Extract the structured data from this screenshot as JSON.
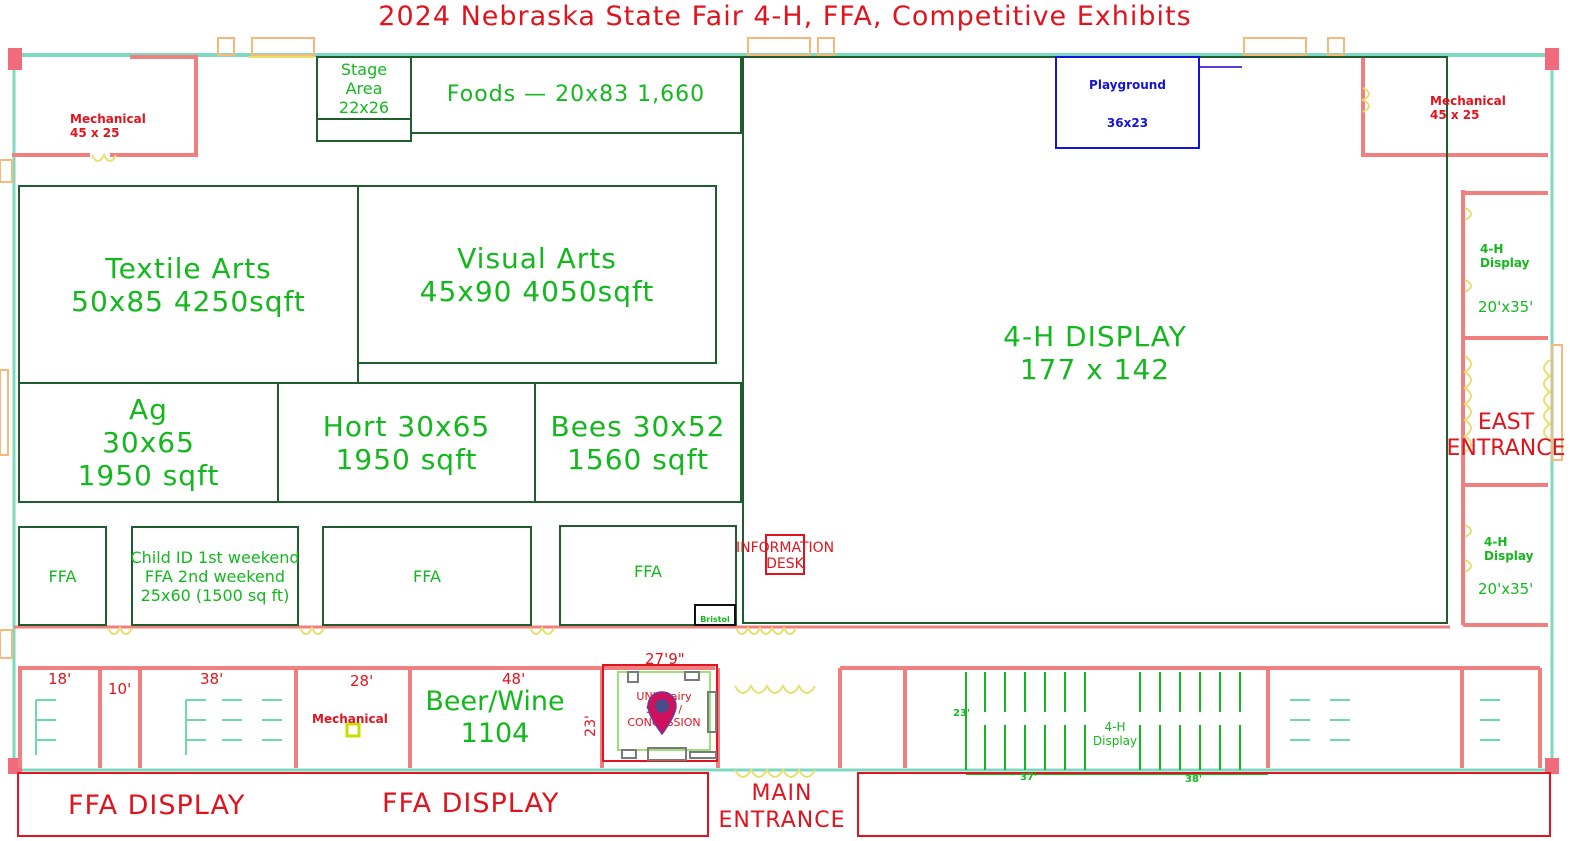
{
  "title": "2024 Nebraska State Fair 4-H, FFA, Competitive Exhibits",
  "colors": {
    "title": "#e0141e",
    "booth_text": "#14b81e",
    "booth_border": "#1f5c2e",
    "wall": "#f08080",
    "glass": "#7fd9c0",
    "door": "#e6e070",
    "playground": "#1414d8",
    "pin": "#d0105a"
  },
  "rooms": {
    "mechanical_nw": {
      "name": "Mechanical",
      "size": "45 x 25"
    },
    "mechanical_ne": {
      "name": "Mechanical",
      "size": "45 x 25"
    },
    "stage": {
      "line1": "Stage",
      "line2": "Area",
      "line3": "22x26"
    },
    "foods": {
      "label": "Foods — 20x83 1,660"
    },
    "playground": {
      "name": "Playground",
      "size": "36x23"
    },
    "textile": {
      "line1": "Textile Arts",
      "line2": "50x85 4250sqft"
    },
    "visual": {
      "line1": "Visual Arts",
      "line2": "45x90 4050sqft"
    },
    "ag": {
      "line1": "Ag",
      "line2": "30x65",
      "line3": "1950 sqft"
    },
    "hort": {
      "line1": "Hort 30x65",
      "line2": "1950 sqft"
    },
    "bees": {
      "line1": "Bees 30x52",
      "line2": "1560 sqft"
    },
    "fourh_main": {
      "line1": "4-H DISPLAY",
      "line2": "177 x 142"
    },
    "ffa1": {
      "label": "FFA"
    },
    "childid": {
      "line1": "Child ID 1st weekend",
      "line2": "FFA 2nd weekend",
      "line3": "25x60 (1500 sq ft)"
    },
    "ffa2": {
      "label": "FFA"
    },
    "ffa3": {
      "label": "FFA"
    },
    "bristol": {
      "label": "Bristol"
    },
    "info_desk": {
      "line1": "INFORMATION",
      "line2": "DESK"
    },
    "east_display_1": {
      "line1": "4-H",
      "line2": "Display",
      "size": "20'x35'"
    },
    "east_display_2": {
      "line1": "4-H",
      "line2": "Display",
      "size": "20'x35'"
    },
    "east_entrance": {
      "line1": "EAST",
      "line2": "ENTRANCE"
    },
    "restroom_w": {
      "dim": "18'"
    },
    "corridor": {
      "dim": "10'"
    },
    "restroom_w2": {
      "dim": "38'"
    },
    "mechanical_s": {
      "name": "Mechanical",
      "dim": "28'"
    },
    "beer_wine": {
      "line1": "Beer/Wine",
      "line2": "1104",
      "dim": "48'"
    },
    "concession": {
      "line1": "UNL Dairy",
      "line2": "Store /",
      "line3": "CONCESSION",
      "width_dim": "27'9\"",
      "height_dim": "23'"
    },
    "ffa_display_1": {
      "label": "FFA DISPLAY"
    },
    "ffa_display_2": {
      "label": "FFA DISPLAY"
    },
    "main_entrance": {
      "line1": "MAIN",
      "line2": "ENTRANCE"
    },
    "fourh_south": {
      "line1": "4-H",
      "line2": "Display",
      "dim_h": "23'",
      "dim_a": "37'",
      "dim_b": "38'"
    }
  },
  "marker": {
    "icon": "location-pin-icon"
  }
}
